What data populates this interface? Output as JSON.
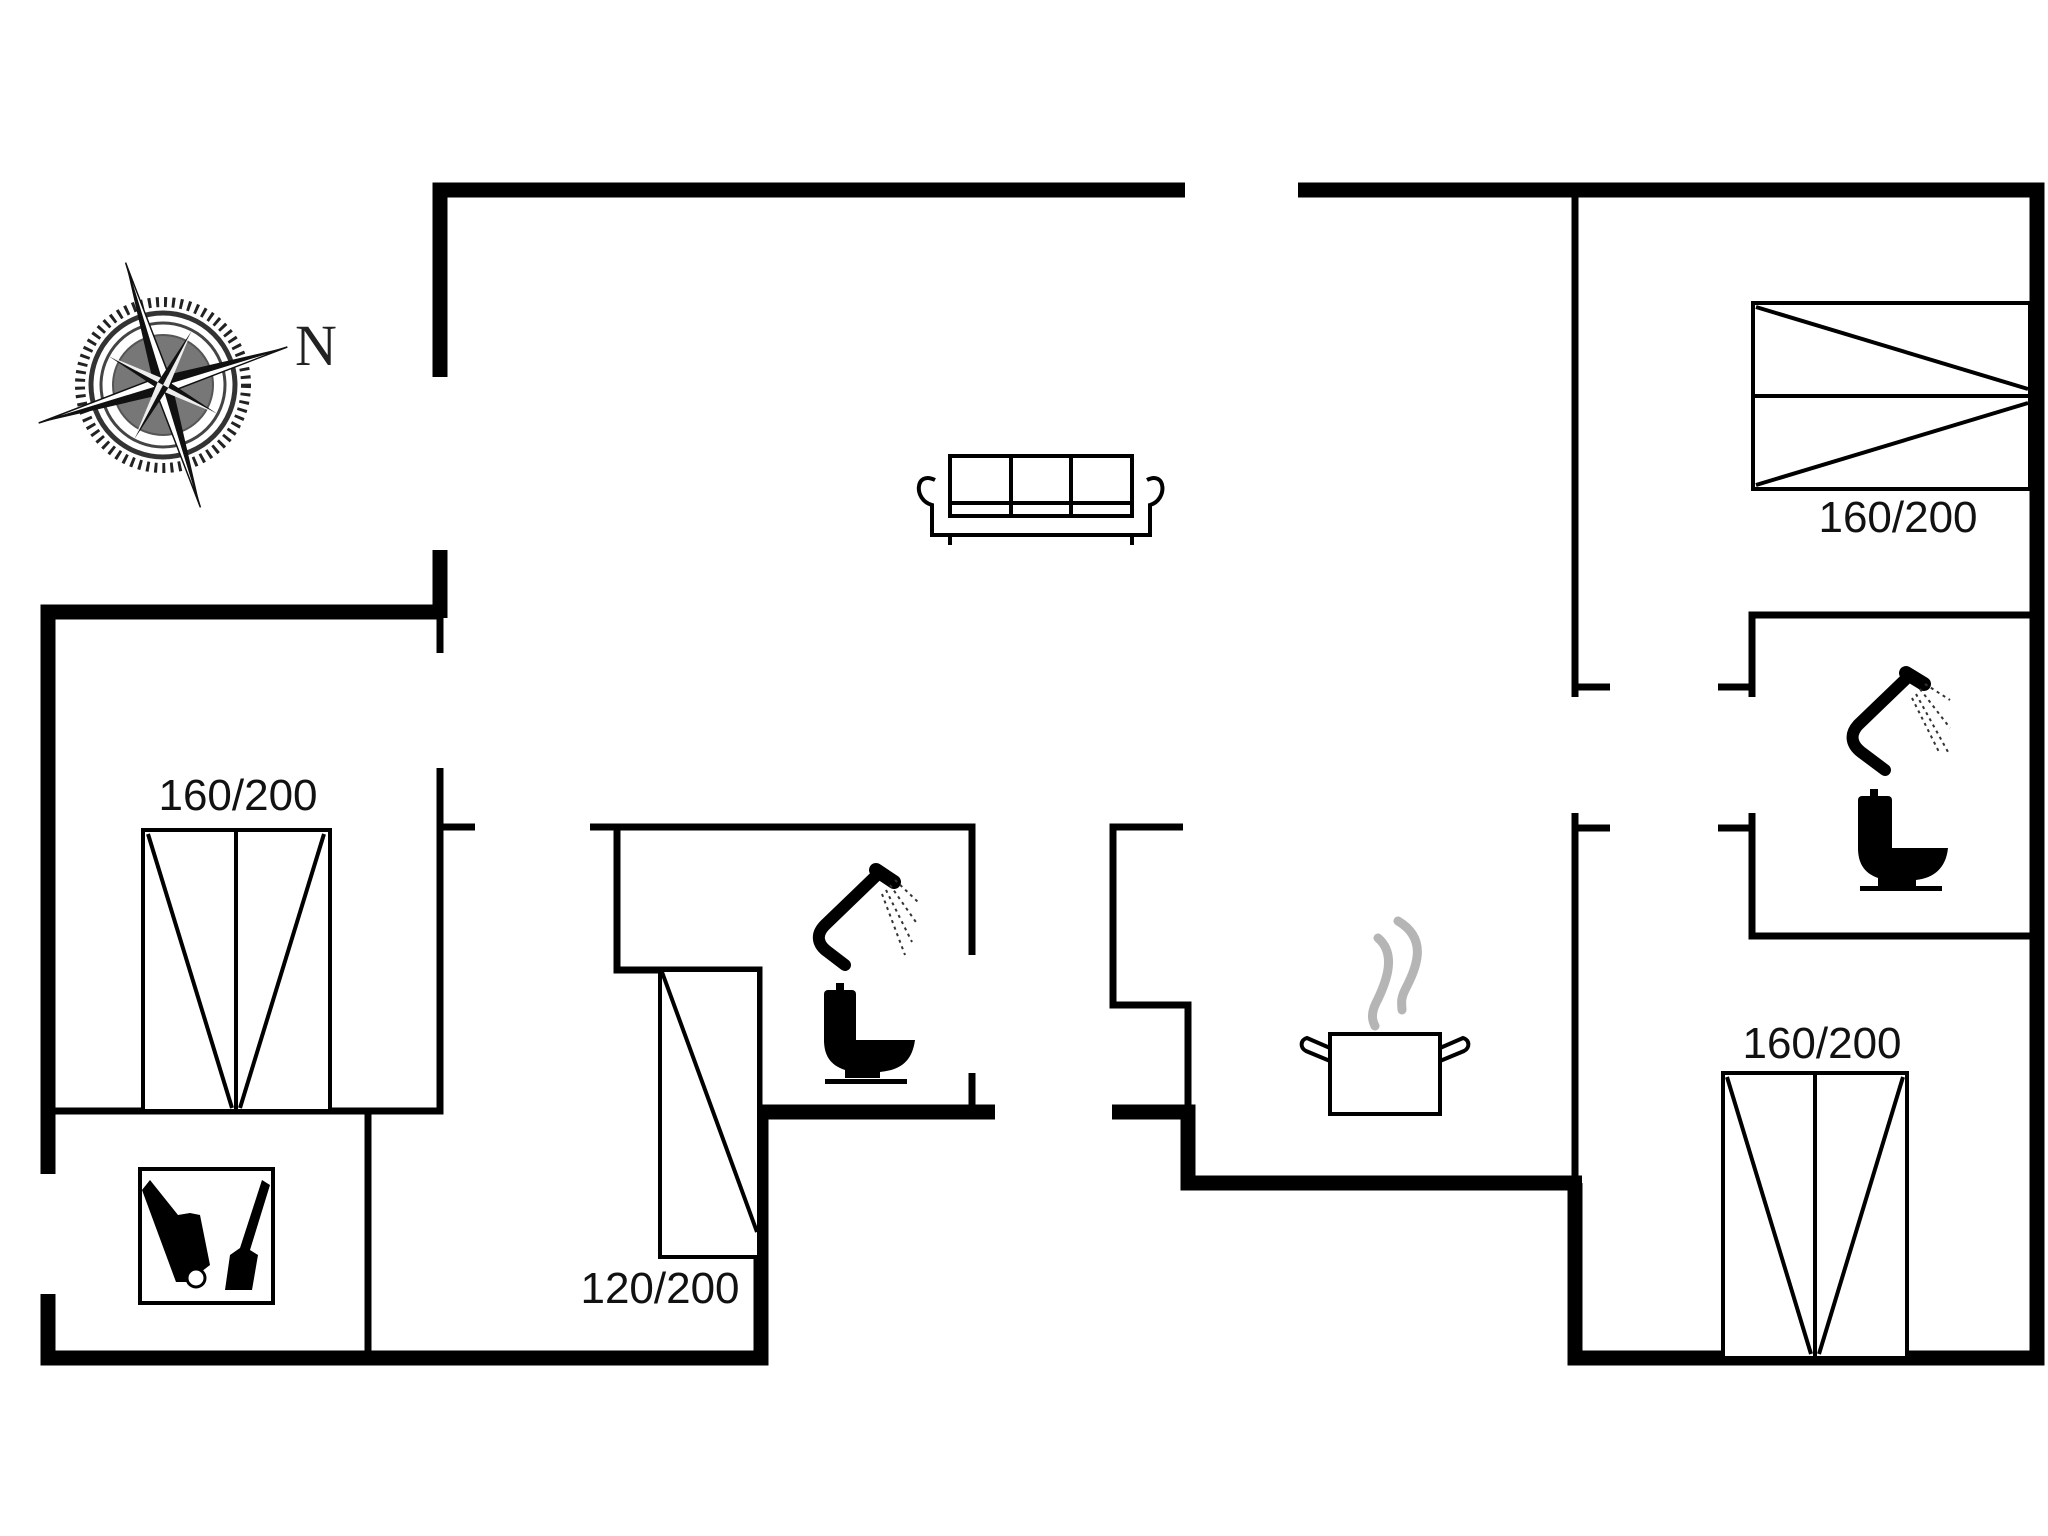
{
  "diagram": {
    "type": "floor-plan",
    "background": "#ffffff",
    "wall_color": "#000000",
    "steam_color": "#b5b5b5"
  },
  "compass": {
    "label": "N",
    "icon": "compass-rose-icon"
  },
  "rooms": [
    {
      "name": "living-room",
      "icon": "sofa-icon"
    },
    {
      "name": "bedroom-west",
      "bed_label": "160/200",
      "icon": "double-bed-icon"
    },
    {
      "name": "utility-room",
      "icon": "utility-tools-icon"
    },
    {
      "name": "bedroom-small",
      "bed_label": "120/200",
      "icon": "single-bed-icon"
    },
    {
      "name": "bathroom-center",
      "icons": [
        "shower-icon",
        "toilet-icon"
      ]
    },
    {
      "name": "kitchen",
      "icon": "cooking-pot-icon"
    },
    {
      "name": "bedroom-northeast",
      "bed_label": "160/200",
      "icon": "double-bed-icon"
    },
    {
      "name": "bathroom-east",
      "icons": [
        "shower-icon",
        "toilet-icon"
      ]
    },
    {
      "name": "bedroom-southeast",
      "bed_label": "160/200",
      "icon": "double-bed-icon"
    }
  ],
  "labels": {
    "bed_west": "160/200",
    "bed_small": "120/200",
    "bed_northeast": "160/200",
    "bed_southeast": "160/200"
  }
}
